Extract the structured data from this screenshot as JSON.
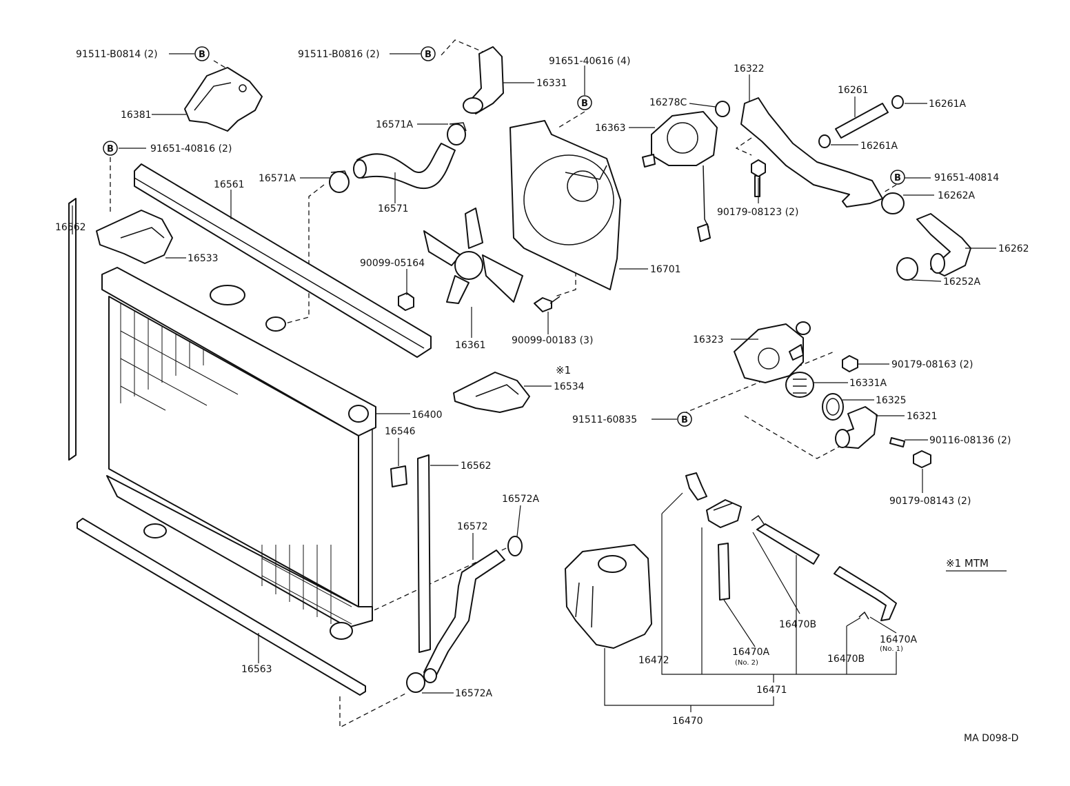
{
  "diagram_code": "MA D098-D",
  "marker_letter": "B",
  "note_mark": "※1",
  "note_legend": "※1 MTM",
  "labels": {
    "p91511_b0814": "91511-B0814 (2)",
    "p91511_b0816": "91511-B0816 (2)",
    "p91651_40616": "91651-40616 (4)",
    "p16322": "16322",
    "p16261": "16261",
    "p16261a_top": "16261A",
    "p16331": "16331",
    "p16278c": "16278C",
    "p16363": "16363",
    "p16381": "16381",
    "p16571a_top": "16571A",
    "p16261a_mid": "16261A",
    "p91651_40816": "91651-40816 (2)",
    "p16571a_mid": "16571A",
    "p16561": "16561",
    "p91651_40814": "91651-40814",
    "p16262a": "16262A",
    "p16571": "16571",
    "p90179_08123": "90179-08123 (2)",
    "p16562_left": "16562",
    "p16533": "16533",
    "p16262": "16262",
    "p90099_05164": "90099-05164",
    "p16701": "16701",
    "p16252a": "16252A",
    "p16361": "16361",
    "p90099_00183": "90099-00183 (3)",
    "p16323": "16323",
    "p90179_08163": "90179-08163 (2)",
    "p16534": "16534",
    "p16331a": "16331A",
    "p16325": "16325",
    "p16400": "16400",
    "p91511_60835": "91511-60835",
    "p16321": "16321",
    "p16546": "16546",
    "p90116_08136": "90116-08136 (2)",
    "p16562_right": "16562",
    "p90179_08143": "90179-08143 (2)",
    "p16572a_top": "16572A",
    "p16572": "16572",
    "p16470b_mid": "16470B",
    "p16470a_no2": "16470A",
    "p16470a_no1": "16470A",
    "p16472": "16472",
    "p16470b_low": "16470B",
    "p16563": "16563",
    "p16471": "16471",
    "p16572a_bot": "16572A",
    "p16470": "16470"
  },
  "sublabels": {
    "no2": "(No. 2)",
    "no1": "(No. 1)"
  }
}
